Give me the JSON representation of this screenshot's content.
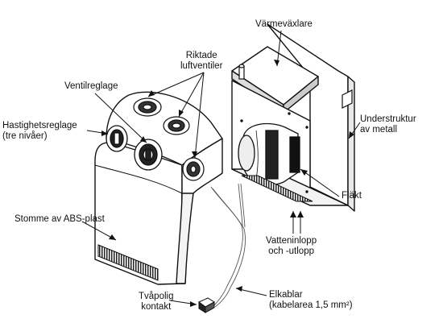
{
  "labels": {
    "heat_exchanger": "Värmeväxlare",
    "air_vents": [
      "Riktade",
      "luftventiler"
    ],
    "valve_control": "Ventilreglage",
    "speed_control": [
      "Hastighetsreglage",
      "(tre nivåer)"
    ],
    "substructure": [
      "Understruktur",
      "av metall"
    ],
    "fan": "Fläkt",
    "body": "Stomme av ABS-plast",
    "water_ports": [
      "Vatteninlopp",
      "och -utlopp"
    ],
    "cables": [
      "Elkablar",
      "(kabelarea 1,5 mm²)"
    ],
    "connector": [
      "Tvåpolig",
      "kontakt"
    ]
  }
}
